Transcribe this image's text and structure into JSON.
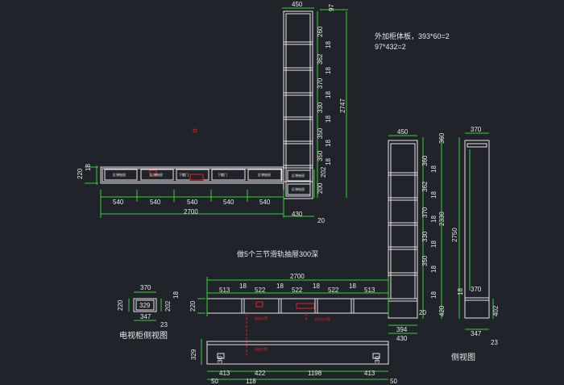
{
  "notes": {
    "extra_panel_line1": "外加柜体板，393*60=2",
    "extra_panel_line2": "97*432=2",
    "drawer_note": "做5个三节滑轨抽屉300深",
    "tv_side_caption": "电视柜侧视图",
    "side_caption": "侧视图"
  },
  "labels": {
    "drawer": "反弹抽屉",
    "flap_door": "下翻门",
    "red_note_a": "插座位置",
    "red_note_b": "走线孔位置",
    "red_note_c": "插座位置"
  },
  "dims_plan": {
    "tower_width": "450",
    "top_97": "97",
    "shelves": [
      "260",
      "362",
      "370",
      "330",
      "350",
      "350",
      "200"
    ],
    "shelf_18": "18",
    "tower_height": "2747",
    "row_220": "220",
    "row_18": "18",
    "row_202": "202",
    "segments": [
      "540",
      "540",
      "540",
      "540",
      "540"
    ],
    "total_width": "2700",
    "r430": "430",
    "r20": "20"
  },
  "dims_side": {
    "width_top": "450",
    "h360": "360",
    "shelves": [
      "360",
      "362",
      "370",
      "330",
      "350"
    ],
    "s18": "18",
    "h2330": "2330",
    "h420": "420",
    "b20": "20",
    "b394": "394",
    "b430": "430",
    "narrow_w": "370",
    "narrow_h": "2750",
    "narrow_inner": "370",
    "n18": "18",
    "n402": "402",
    "n347": "347",
    "n23": "23"
  },
  "dims_front": {
    "total": "2700",
    "segments": [
      "513",
      "18",
      "522",
      "18",
      "522",
      "18",
      "522",
      "18",
      "513"
    ],
    "h220": "220",
    "lower_h": "329",
    "d30a": "30",
    "d30b": "30",
    "b413a": "413",
    "b422": "422",
    "b1198": "1198",
    "b413b": "413",
    "b50a": "50",
    "b118": "118",
    "b50b": "50"
  },
  "dims_tv": {
    "w370": "370",
    "w329": "329",
    "h220": "220",
    "h202": "202",
    "h18": "18",
    "w347": "347",
    "d23": "23"
  }
}
